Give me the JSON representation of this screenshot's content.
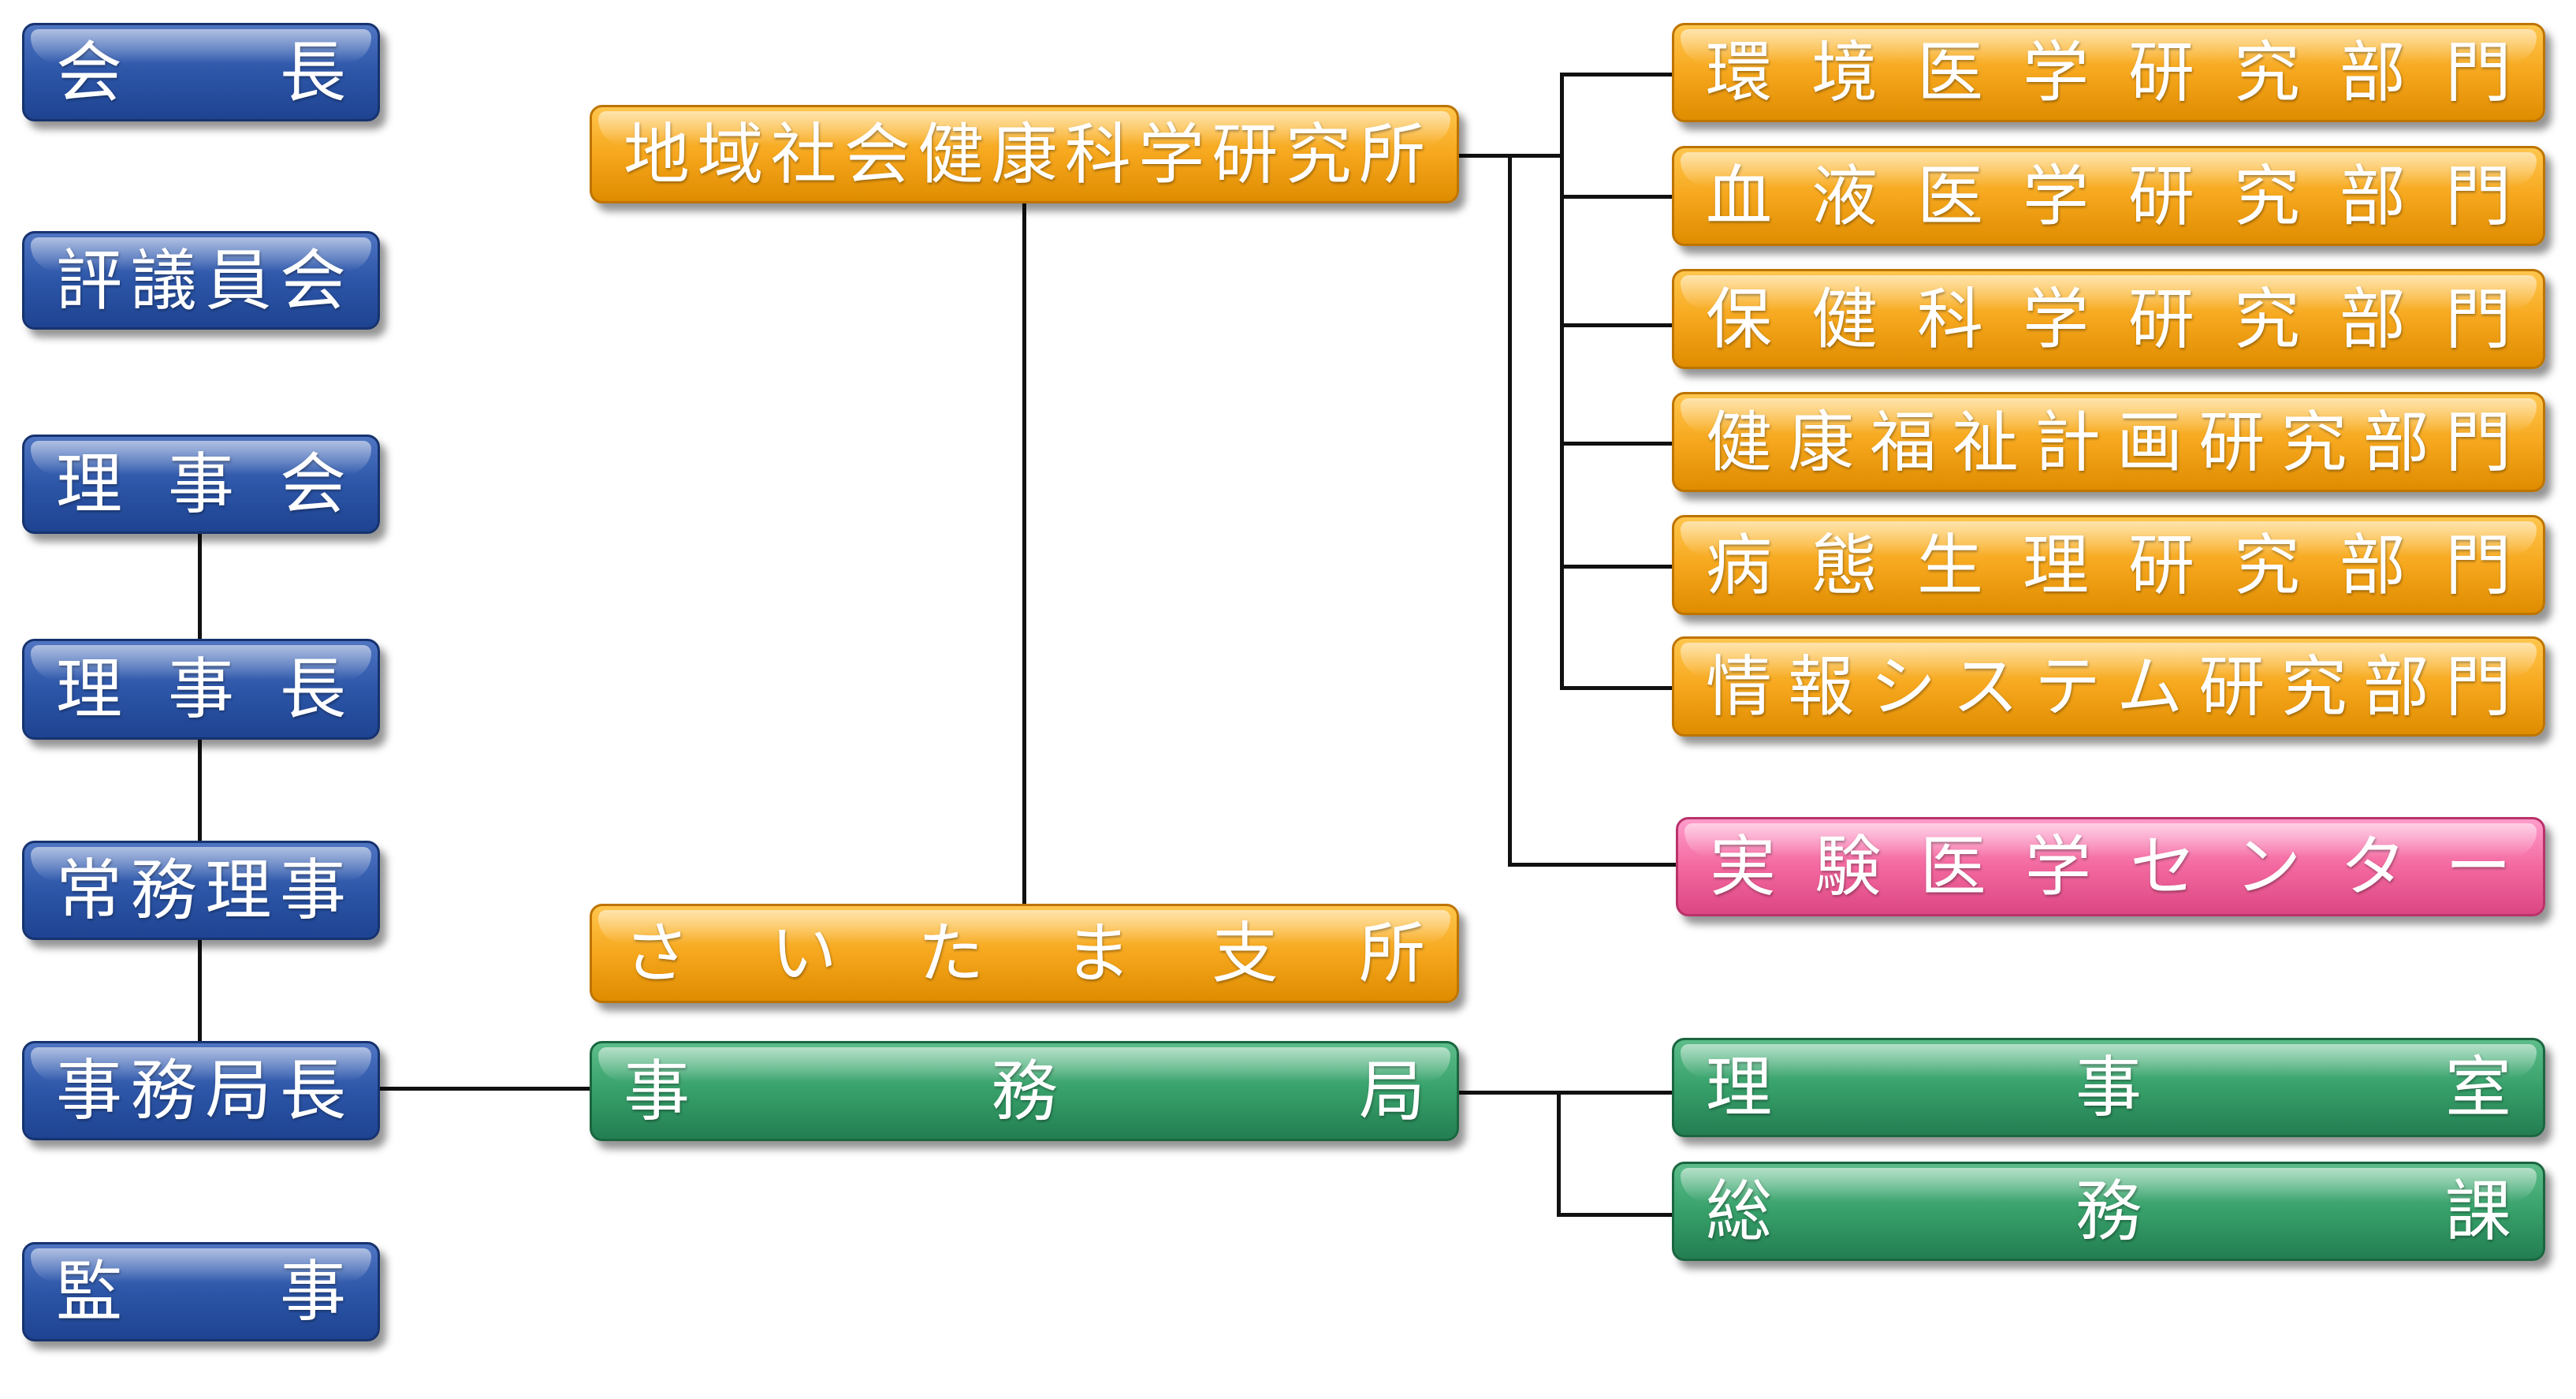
{
  "leadership": [
    {
      "id": "kaicho",
      "label": "会長"
    },
    {
      "id": "hyogiinkai",
      "label": "評議員会"
    },
    {
      "id": "rijikai",
      "label": "理事会"
    },
    {
      "id": "rijicho",
      "label": "理事長"
    },
    {
      "id": "jomu-riji",
      "label": "常務理事"
    },
    {
      "id": "jimukyokucho",
      "label": "事務局長"
    },
    {
      "id": "kanji",
      "label": "監事"
    }
  ],
  "main_units": [
    {
      "id": "institute",
      "label": "地域社会健康科学研究所",
      "color": "orange"
    },
    {
      "id": "saitama-branch",
      "label": "さいたま支所",
      "color": "orange"
    },
    {
      "id": "secretariat",
      "label": "事務局",
      "color": "green"
    }
  ],
  "departments": [
    {
      "id": "environmental-medicine",
      "label": "環境医学研究部門",
      "color": "orange"
    },
    {
      "id": "hematology",
      "label": "血液医学研究部門",
      "color": "orange"
    },
    {
      "id": "health-science",
      "label": "保健科学研究部門",
      "color": "orange"
    },
    {
      "id": "health-welfare-planning",
      "label": "健康福祉計画研究部門",
      "color": "orange"
    },
    {
      "id": "pathophysiology",
      "label": "病態生理研究部門",
      "color": "orange"
    },
    {
      "id": "information-systems",
      "label": "情報システム研究部門",
      "color": "orange"
    },
    {
      "id": "experimental-medicine-center",
      "label": "実験医学センター",
      "color": "pink"
    }
  ],
  "secretariat_sections": [
    {
      "id": "riji-office",
      "label": "理事室",
      "color": "green"
    },
    {
      "id": "general-affairs",
      "label": "総務課",
      "color": "green"
    }
  ],
  "colors": {
    "blue": "#2d56a8",
    "orange": "#f6a71d",
    "green": "#37a06a",
    "pink": "#f3699f",
    "line": "#111111"
  }
}
